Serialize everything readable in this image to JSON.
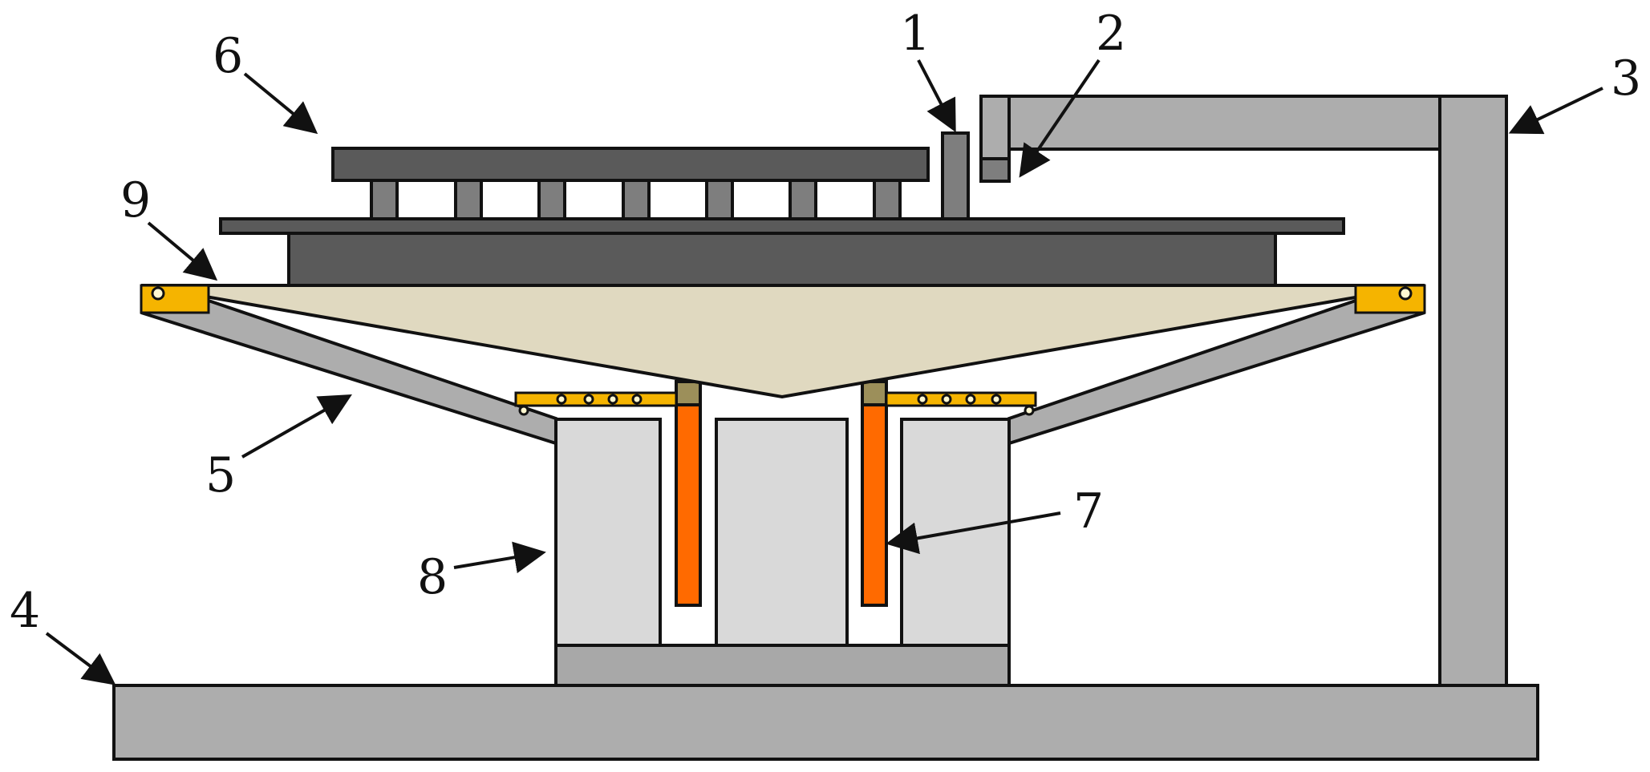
{
  "callouts": {
    "c1": "1",
    "c2": "2",
    "c3": "3",
    "c4": "4",
    "c5": "5",
    "c6": "6",
    "c7": "7",
    "c8": "8",
    "c9": "9"
  },
  "colors": {
    "frame_gray": "#adadad",
    "dark_plate": "#5a5a5a",
    "mid_gray": "#7e7e7e",
    "cone_beige": "#e0d9c0",
    "hinge_yellow": "#f5b400",
    "coil_orange": "#ff6a00",
    "core_light": "#d9d9d9",
    "base_gray": "#a8a8a8",
    "khaki": "#9c8f5a"
  }
}
